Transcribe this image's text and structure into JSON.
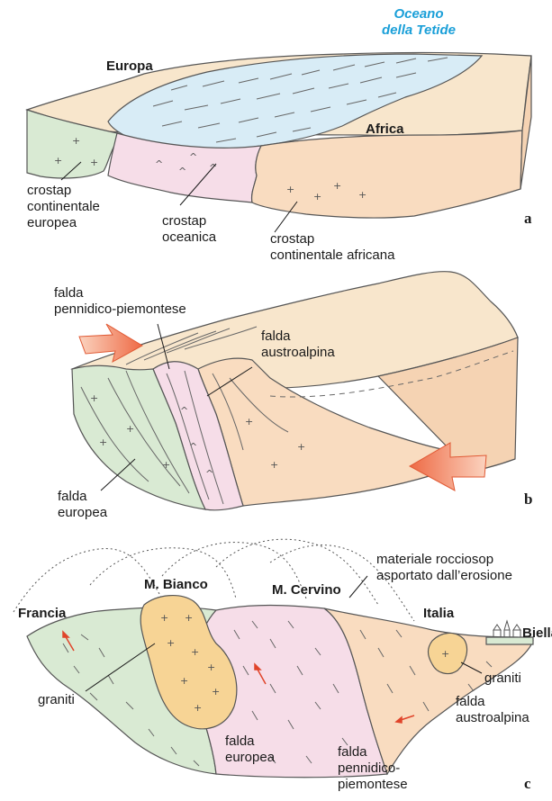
{
  "panel_a": {
    "letter": "a",
    "ocean_name_line1": "Oceano",
    "ocean_name_line2": "della Tetide",
    "europe": "Europa",
    "africa": "Africa",
    "european_crust_line1": "crostap",
    "european_crust_line2": "continentale",
    "european_crust_line3": "europea",
    "oceanic_crust_line1": "crostap",
    "oceanic_crust_line2": "oceanica",
    "african_crust_line1": "crostap",
    "african_crust_line2": "continentale africana"
  },
  "panel_b": {
    "letter": "b",
    "penninic_line1": "falda",
    "penninic_line2": "pennidico-piemontese",
    "austroalpine_line1": "falda",
    "austroalpine_line2": "austroalpina",
    "european_line1": "falda",
    "european_line2": "europea"
  },
  "panel_c": {
    "letter": "c",
    "eroded_line1": "materiale rocciosop",
    "eroded_line2": "asportato dall’erosione",
    "france": "Francia",
    "mont_blanc": "M. Bianco",
    "cervino": "M. Cervino",
    "italy": "Italia",
    "biella": "Biella",
    "granites_left": "graniti",
    "granites_right": "graniti",
    "austroalpine_line1": "falda",
    "austroalpine_line2": "austroalpina",
    "european_line1": "falda",
    "european_line2": "europea",
    "penninic_line1": "falda",
    "penninic_line2": "pennidico-",
    "penninic_line3": "piemontese"
  },
  "colors": {
    "european_crust": "#d9ead3",
    "oceanic_crust": "#f6dde8",
    "african_crust": "#f9dcc0",
    "surface": "#f8e6cc",
    "ocean": "#d8ecf6",
    "granite": "#f7d495",
    "arrow": "#f07a55",
    "ocean_label": "#1a9fd8"
  }
}
